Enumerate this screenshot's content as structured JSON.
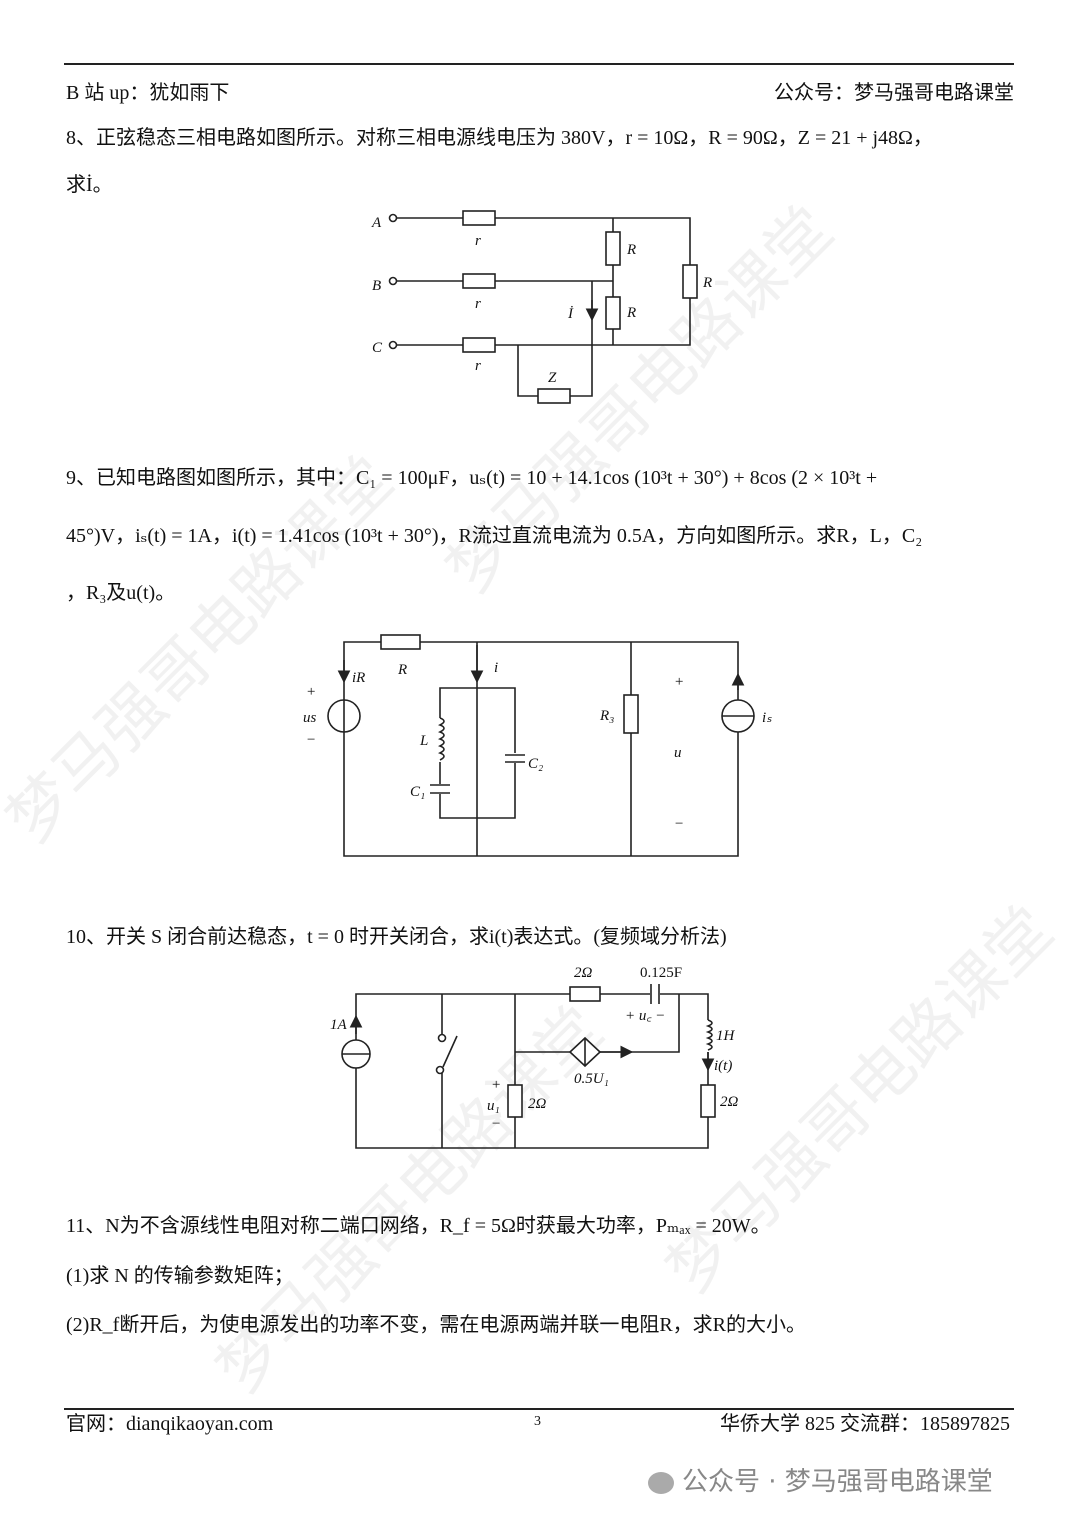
{
  "header": {
    "left": "B 站 up：犹如雨下",
    "right": "公众号：梦马强哥电路课堂"
  },
  "q8": {
    "line1": "8、正弦稳态三相电路如图所示。对称三相电源线电压为 380V，r = 10Ω，R = 90Ω，Z = 21 + j48Ω，",
    "line2": "求İ。",
    "labels": {
      "A": "A",
      "B": "B",
      "C": "C",
      "r": "r",
      "R": "R",
      "I": "İ",
      "Z": "Z"
    }
  },
  "q9": {
    "line1": "9、已知电路图如图所示，其中：C₁ = 100μF，uₛ(t) = 10 + 14.1cos (10³t + 30°) + 8cos (2 × 10³t +",
    "line2": "45°)V，iₛ(t) = 1A，i(t) = 1.41cos (10³t + 30°)，R流过直流电流为 0.5A，方向如图所示。求R，L，C₂",
    "line3": "，R₃及u(t)。",
    "labels": {
      "iR": "iR",
      "R": "R",
      "i": "i",
      "plus": "+",
      "minus": "−",
      "us": "us",
      "L": "L",
      "C1": "C₁",
      "C2": "C₂",
      "R3": "R₃",
      "u": "u",
      "is": "iₛ"
    }
  },
  "q10": {
    "line1": "10、开关 S 闭合前达稳态，t = 0 时开关闭合，求i(t)表达式。(复频域分析法)",
    "labels": {
      "src": "1A",
      "r1": "2Ω",
      "cap": "0.125F",
      "uc": "+ u꜀ −",
      "L": "1H",
      "it": "i(t)",
      "dep": "0.5U₁",
      "plus": "+",
      "u1": "u₁",
      "minus": "−",
      "r2": "2Ω",
      "r3": "2Ω"
    }
  },
  "q11": {
    "line1": "11、N为不含源线性电阻对称二端口网络，R_f = 5Ω时获最大功率，Pₘₐₓ = 20W。",
    "line2": "(1)求 N 的传输参数矩阵；",
    "line3": "(2)R_f断开后，为使电源发出的功率不变，需在电源两端并联一电阻R，求R的大小。"
  },
  "footer": {
    "left": "官网：dianqikaoyan.com",
    "page": "3",
    "right": "华侨大学 825 交流群：185897825"
  },
  "watermark": {
    "text": "公众号 · 梦马强哥电路课堂",
    "diag": "梦马强哥电路课堂"
  }
}
